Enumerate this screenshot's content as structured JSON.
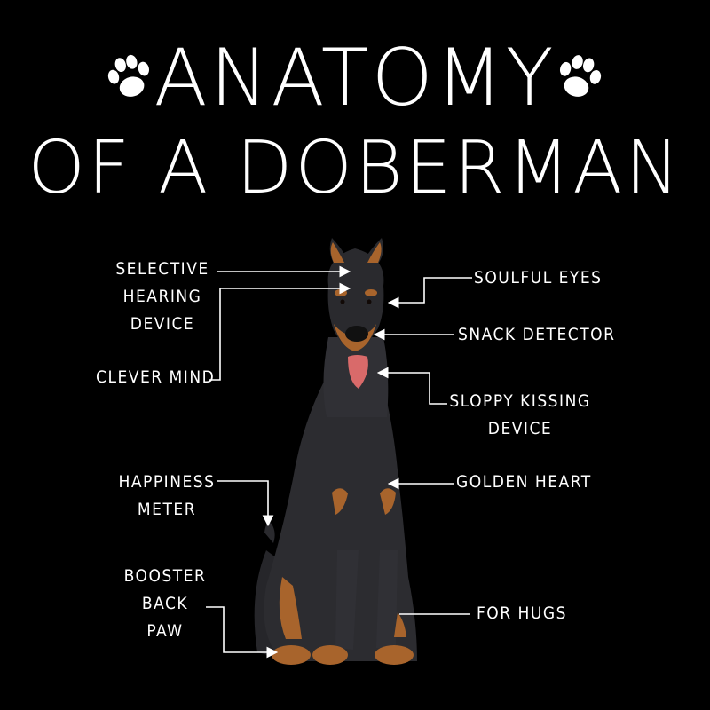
{
  "title": {
    "line1": "ANATOMY",
    "line2": "OF A DOBERMAN"
  },
  "colors": {
    "background": "#000000",
    "text": "#ffffff",
    "dog_black": "#2a2a2e",
    "dog_tan": "#a8642c"
  },
  "labels": {
    "selective_hearing": [
      "SELECTIVE",
      "HEARING",
      "DEVICE"
    ],
    "clever_mind": [
      "CLEVER MIND"
    ],
    "happiness_meter": [
      "HAPPINESS",
      "METER"
    ],
    "booster_back_paw": [
      "BOOSTER",
      "BACK",
      "PAW"
    ],
    "soulful_eyes": [
      "SOULFUL EYES"
    ],
    "snack_detector": [
      "SNACK DETECTOR"
    ],
    "sloppy_kissing": [
      "SLOPPY KISSING",
      "DEVICE"
    ],
    "golden_heart": [
      "GOLDEN HEART"
    ],
    "for_hugs": [
      "FOR HUGS"
    ]
  },
  "icons": [
    "paw-print-icon",
    "paw-print-icon"
  ]
}
